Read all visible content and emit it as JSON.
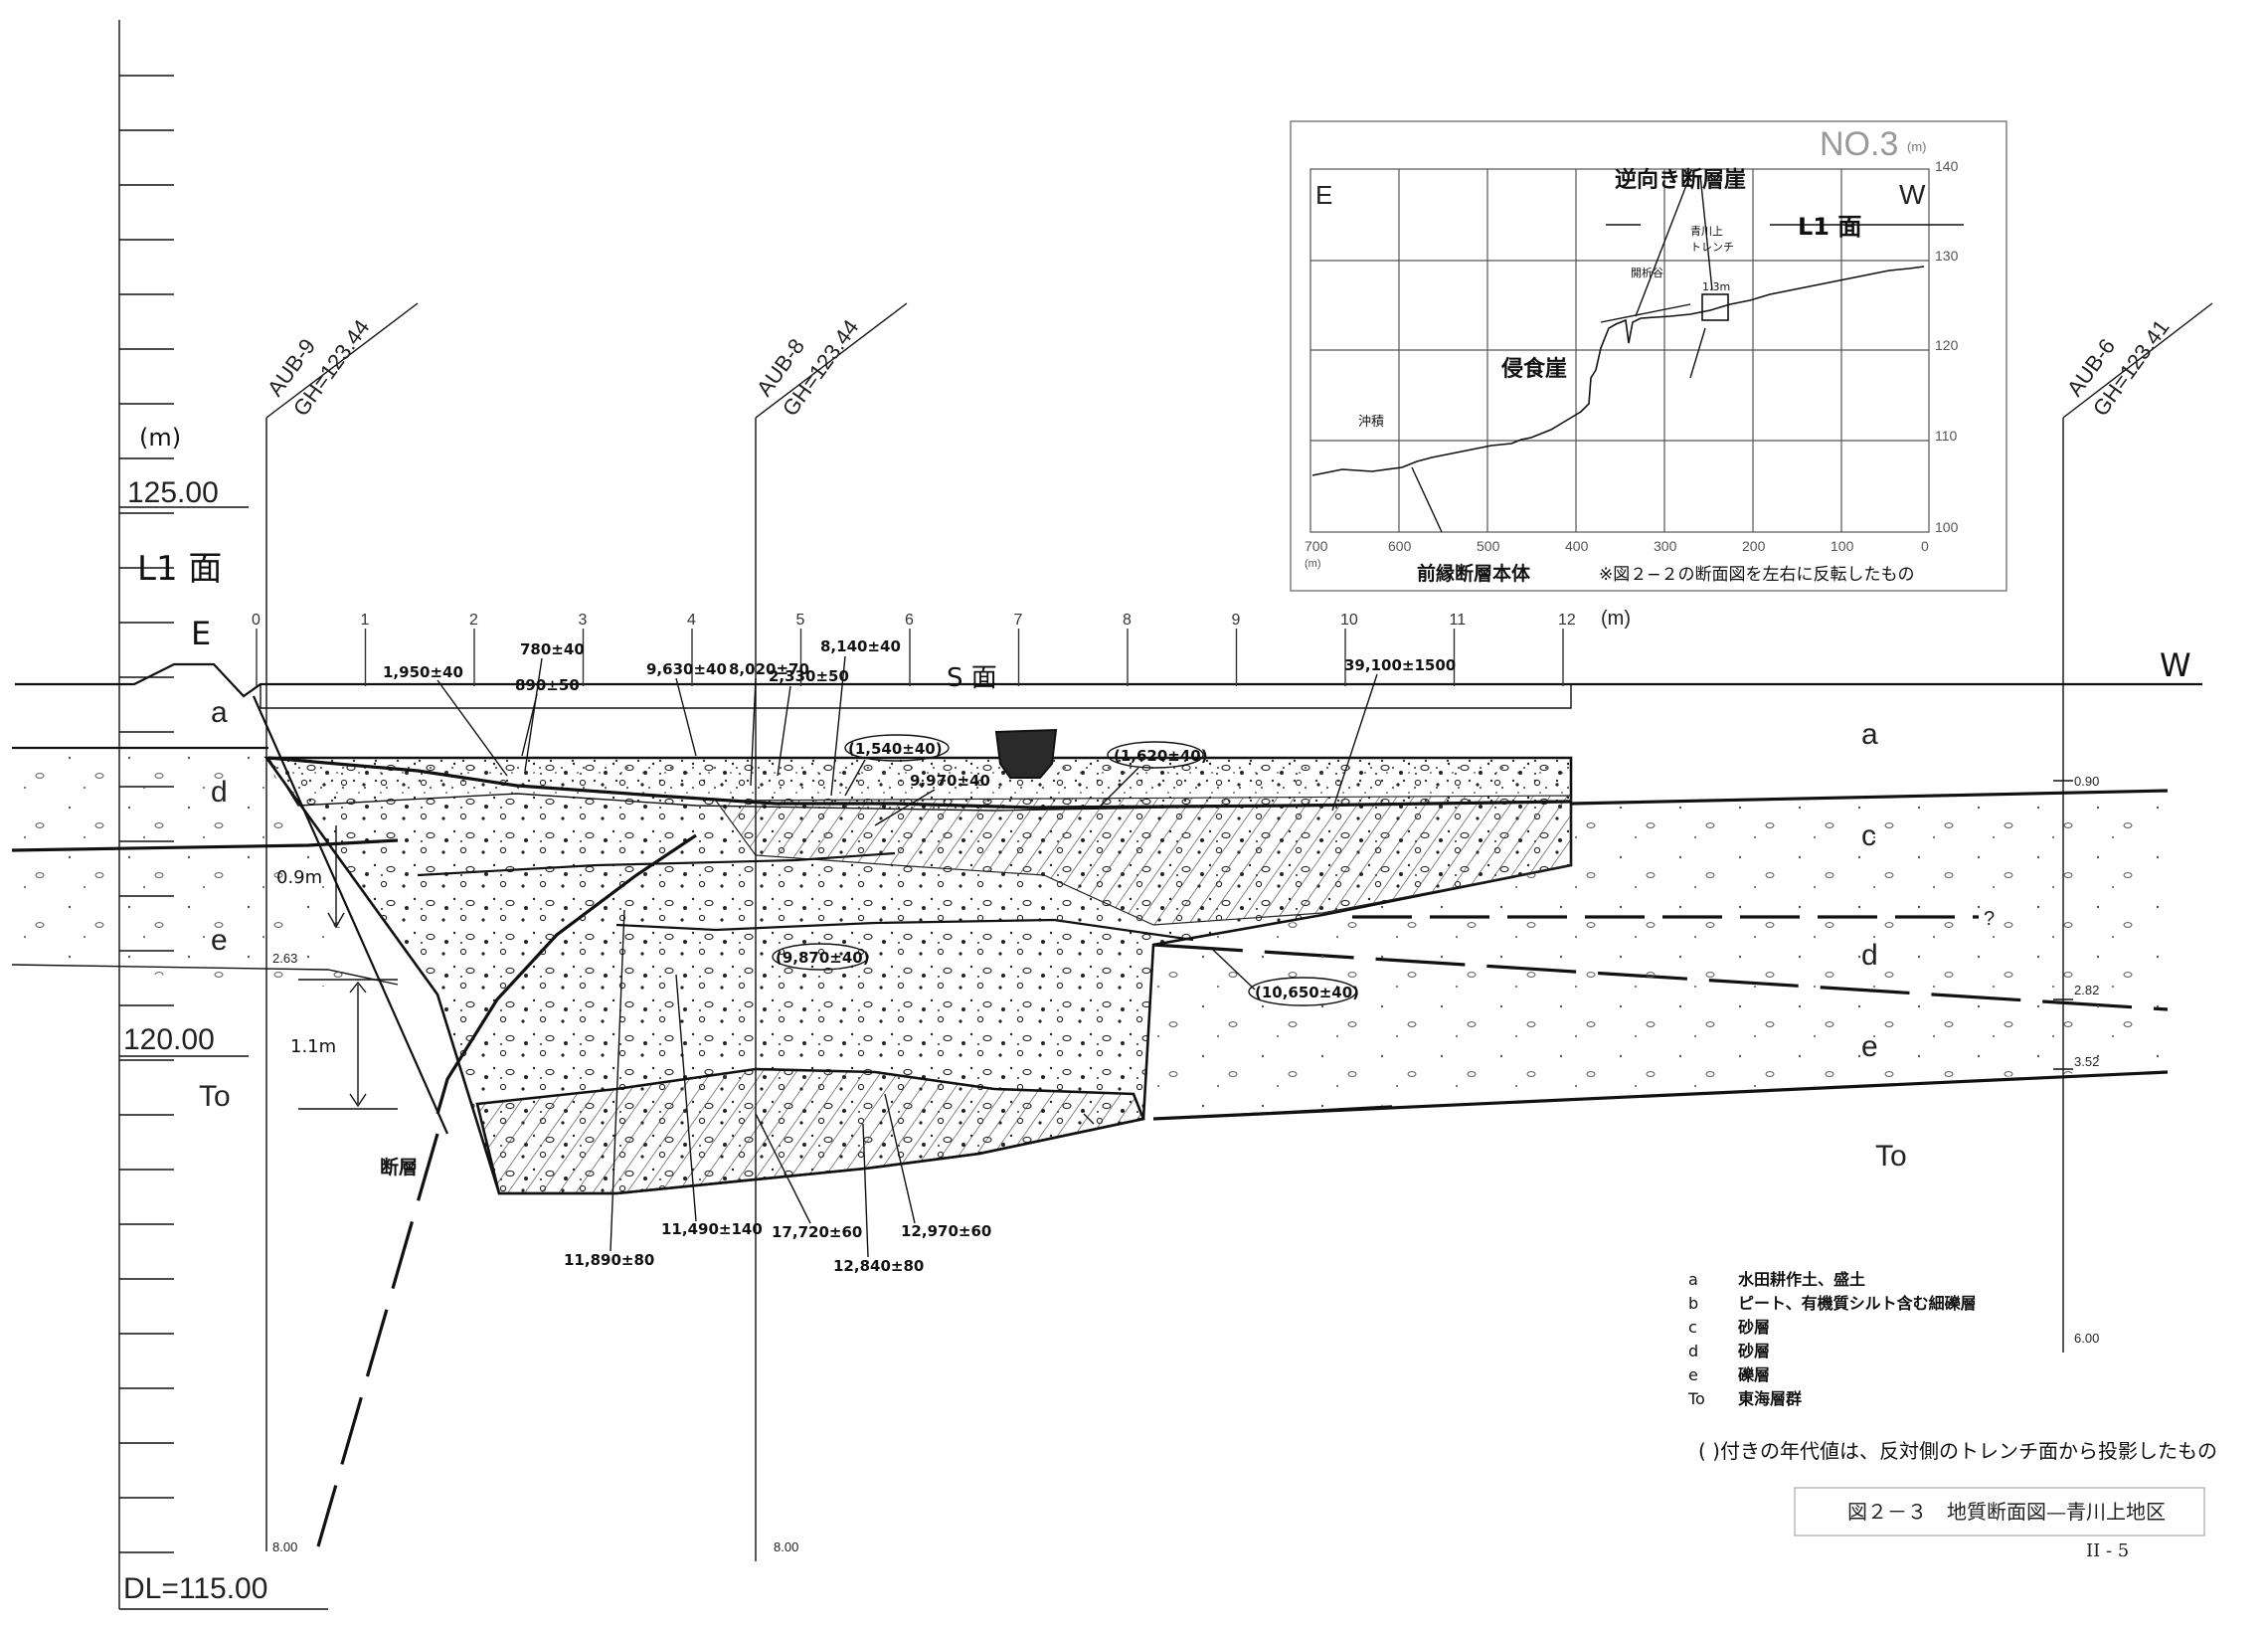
{
  "elevation_scale": {
    "unit": "(m)",
    "elev_125": "125.00",
    "elev_120": "120.00",
    "datum": "DL=115.00"
  },
  "surface_labels": {
    "l1": "L1 面",
    "s": "S 面",
    "east": "E",
    "west": "W",
    "distance_unit": "(m)",
    "distance_ticks": [
      "0",
      "1",
      "2",
      "3",
      "4",
      "5",
      "6",
      "7",
      "8",
      "9",
      "10",
      "11",
      "12"
    ]
  },
  "boreholes": [
    {
      "name": "AUB-9",
      "gh": "GH=123.44",
      "bottom": "8.00",
      "depths": [
        "2.63"
      ]
    },
    {
      "name": "AUB-8",
      "gh": "GH=123.44",
      "bottom": "8.00",
      "depths": []
    },
    {
      "name": "AUB-6",
      "gh": "GH=123.41",
      "bottom": "6.00",
      "depths": [
        "0.90",
        "2.82",
        "3.52"
      ]
    }
  ],
  "layer_labels": {
    "left": [
      "a",
      "d",
      "e",
      "To"
    ],
    "right": [
      "a",
      "c",
      "d",
      "e",
      "To"
    ],
    "question": "?"
  },
  "offsets": {
    "upper": "0.9m",
    "lower": "1.1m",
    "fault": "断層"
  },
  "dates": [
    "1,950±40",
    "780±40",
    "890±50",
    "9,630±40",
    "8,020±70",
    "2,330±50",
    "8,140±40",
    "39,100±1500",
    "(1,540±40)",
    "(1,620±40)",
    "9,970±40",
    "(9,870±40)",
    "(10,650±40)",
    "11,890±80",
    "11,490±140",
    "17,720±60",
    "12,840±80",
    "12,970±60"
  ],
  "inset": {
    "title": "NO.3",
    "unit": "(m)",
    "east": "E",
    "west": "W",
    "scarp_label": "逆向き断層崖",
    "l1_label": "L1 面",
    "trench_label": [
      "青川上",
      "トレンチ"
    ],
    "valley_label": "開析谷",
    "offset": "1.3m",
    "erosion_scarp": "侵食崖",
    "alluvium": "沖積",
    "x_ticks": [
      "700",
      "600",
      "500",
      "400",
      "300",
      "200",
      "100",
      "0"
    ],
    "x_unit": "(m)",
    "y_ticks": [
      "140",
      "130",
      "120",
      "110",
      "100"
    ],
    "caption_main": "前縁断層本体",
    "caption_note": "※図２−２の断面図を左右に反転したもの"
  },
  "legend": [
    {
      "key": "a",
      "text": "水田耕作土、盛土"
    },
    {
      "key": "b",
      "text": "ピート、有機質シルト含む細礫層"
    },
    {
      "key": "c",
      "text": "砂層"
    },
    {
      "key": "d",
      "text": "砂層"
    },
    {
      "key": "e",
      "text": "礫層"
    },
    {
      "key": "To",
      "text": "東海層群"
    }
  ],
  "note": "( )付きの年代値は、反対側のトレンチ面から投影したもの",
  "figure_title": "図２－３　地質断面図—青川上地区",
  "page_number": "II - 5",
  "colors": {
    "ink": "#111111",
    "paper": "#ffffff",
    "hatch": "#444444"
  }
}
